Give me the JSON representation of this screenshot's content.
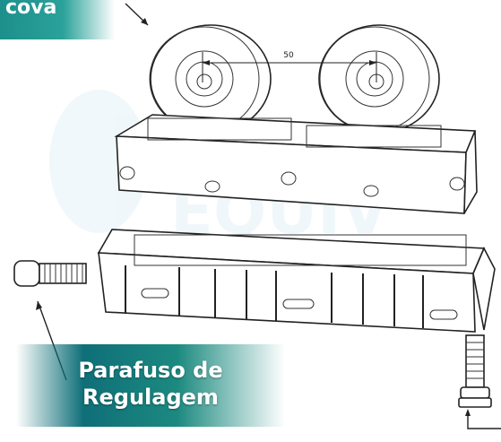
{
  "labels": {
    "top": "cova",
    "bottom_line1": "Parafuso de",
    "bottom_line2": "Regulagem"
  },
  "dimension": {
    "value": "50"
  },
  "colors": {
    "teal": "#1d8f8c",
    "dark_teal": "#0f6f78",
    "line": "#222222"
  }
}
